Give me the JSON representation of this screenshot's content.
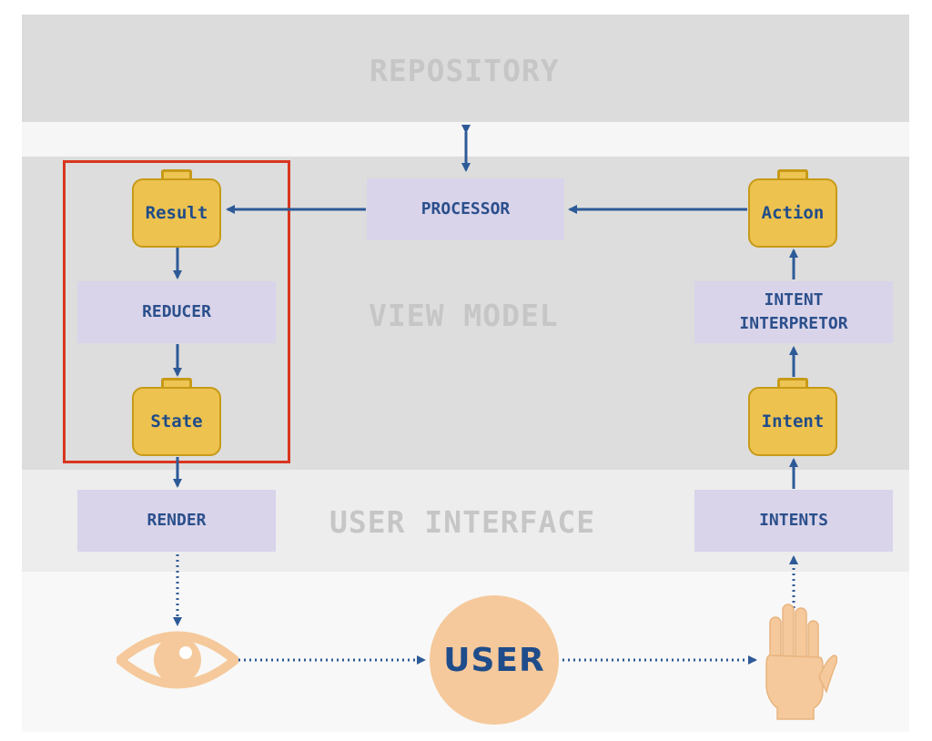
{
  "layers": {
    "repository": "REPOSITORY",
    "view_model": "VIEW MODEL",
    "user_interface": "USER INTERFACE"
  },
  "boxes": {
    "processor": "PROCESSOR",
    "reducer": "REDUCER",
    "render": "RENDER",
    "intent_interpreter_line1": "INTENT",
    "intent_interpreter_line2": "INTERPRETOR",
    "intents": "INTENTS"
  },
  "briefcases": {
    "result": "Result",
    "state": "State",
    "action": "Action",
    "intent": "Intent"
  },
  "user": {
    "label": "USER",
    "eye_icon": "eye-icon",
    "hand_icon": "hand-icon"
  },
  "colors": {
    "arrow": "#2d5a97",
    "box_fill": "#d9d4ea",
    "briefcase_fill": "#edc24f",
    "highlight": "#d8361f",
    "user_fill": "#f5c99b"
  }
}
